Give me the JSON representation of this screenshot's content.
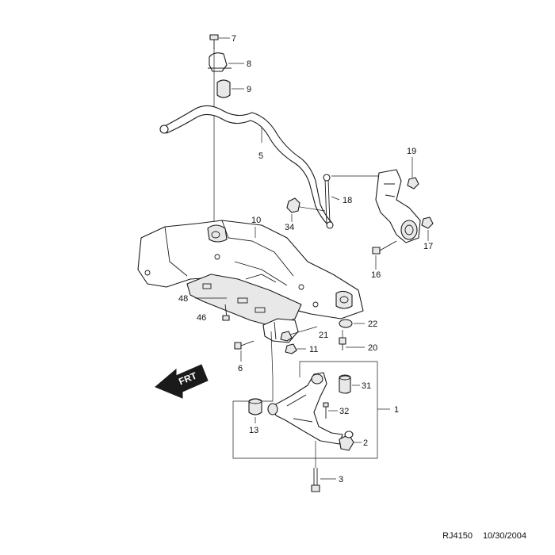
{
  "callouts": {
    "c7": "7",
    "c8": "8",
    "c9": "9",
    "c5": "5",
    "c19": "19",
    "c18": "18",
    "c10": "10",
    "c34": "34",
    "c17": "17",
    "c16": "16",
    "c48": "48",
    "c46": "46",
    "c22": "22",
    "c21": "21",
    "c11": "11",
    "c20": "20",
    "c6": "6",
    "c31": "31",
    "c1": "1",
    "c32": "32",
    "c13": "13",
    "c2": "2",
    "c3": "3"
  },
  "frt_label": "FRT",
  "footer": {
    "code": "RJ4150",
    "date": "10/30/2004"
  }
}
